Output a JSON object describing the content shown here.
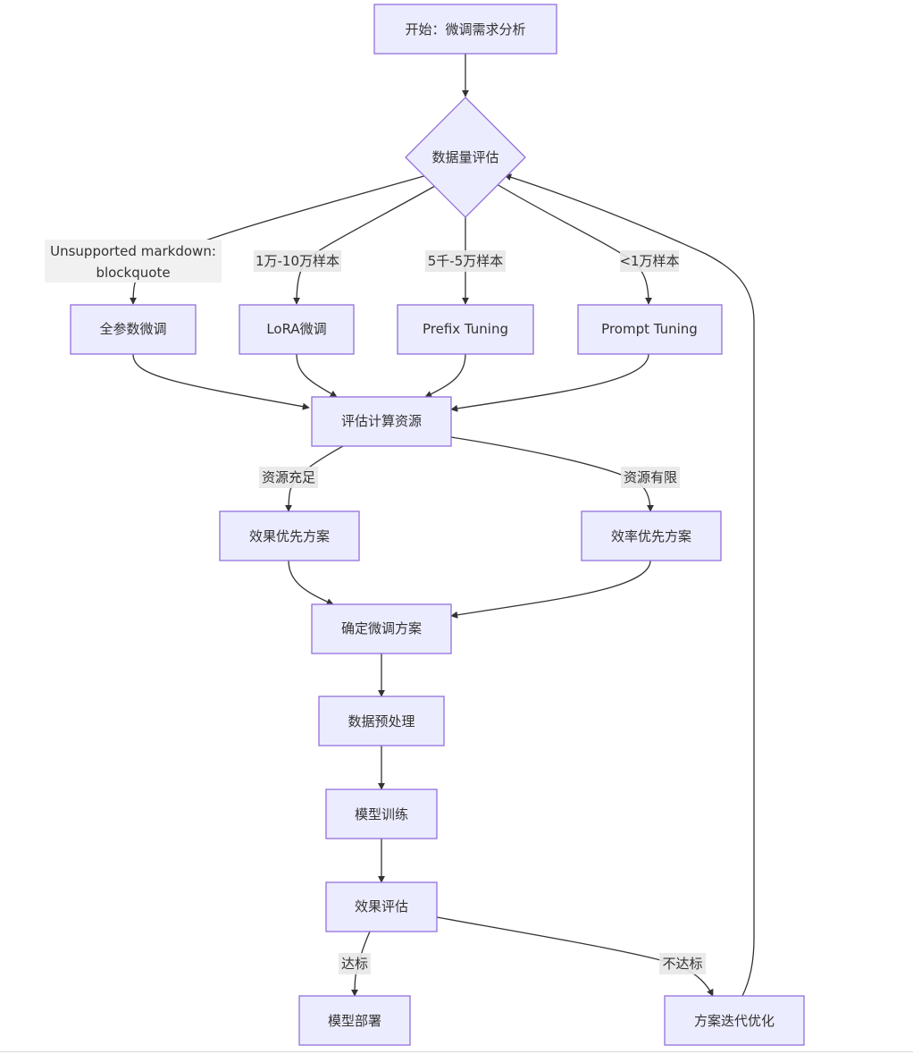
{
  "nodes": {
    "start": "开始：微调需求分析",
    "data_eval": "数据量评估",
    "full_ft": "全参数微调",
    "lora": "LoRA微调",
    "prefix": "Prefix Tuning",
    "prompt": "Prompt Tuning",
    "compute": "评估计算资源",
    "quality_plan": "效果优先方案",
    "efficiency_plan": "效率优先方案",
    "decide": "确定微调方案",
    "preprocess": "数据预处理",
    "train": "模型训练",
    "evaluate": "效果评估",
    "deploy": "模型部署",
    "iterate": "方案迭代优化"
  },
  "edge_labels": {
    "unsupported_line1": "Unsupported markdown:",
    "unsupported_line2": "blockquote",
    "range_10k_100k": "1万-10万样本",
    "range_5k_50k": "5千-5万样本",
    "range_lt_10k": "<1万样本",
    "resources_enough": "资源充足",
    "resources_limited": "资源有限",
    "pass": "达标",
    "fail": "不达标"
  },
  "colors": {
    "node_fill": "#ececff",
    "node_stroke": "#9370db",
    "edge": "#333333",
    "label_bg": "#e8e8e8"
  }
}
